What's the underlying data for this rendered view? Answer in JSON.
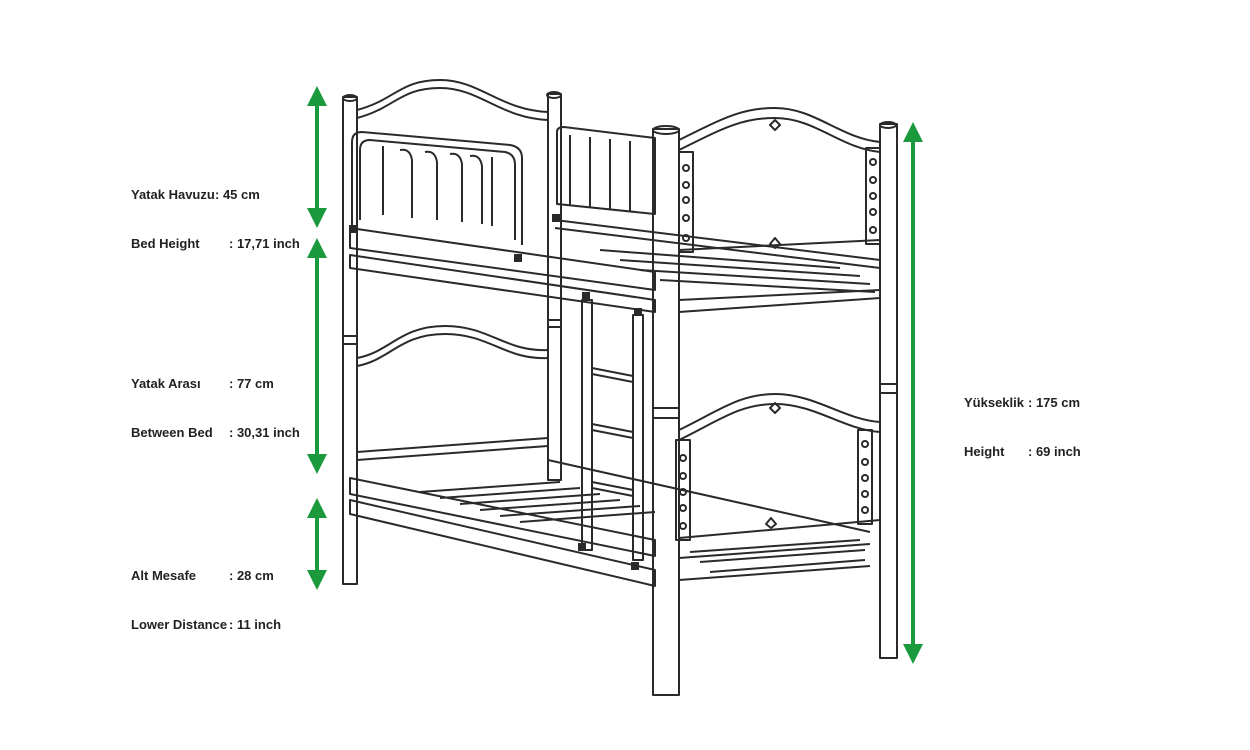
{
  "annotations": {
    "bed_height": {
      "tr_label": "Yatak Havuzu",
      "tr_value": ": 45 cm",
      "en_label": "Bed Height",
      "en_value": ": 17,71 inch"
    },
    "between_bed": {
      "tr_label": "Yatak Arası",
      "tr_value": ": 77 cm",
      "en_label": "Between Bed",
      "en_value": ": 30,31 inch"
    },
    "lower_distance": {
      "tr_label": "Alt Mesafe",
      "tr_value": ": 28 cm",
      "en_label": "Lower Distance",
      "en_value": ": 11 inch"
    },
    "total_height": {
      "tr_label": "Yükseklik",
      "tr_value": ": 175 cm",
      "en_label": "Height",
      "en_value": ": 69 inch"
    }
  },
  "colors": {
    "arrow": "#1a9a3c",
    "line": "#2a2a2a",
    "background": "#ffffff"
  }
}
